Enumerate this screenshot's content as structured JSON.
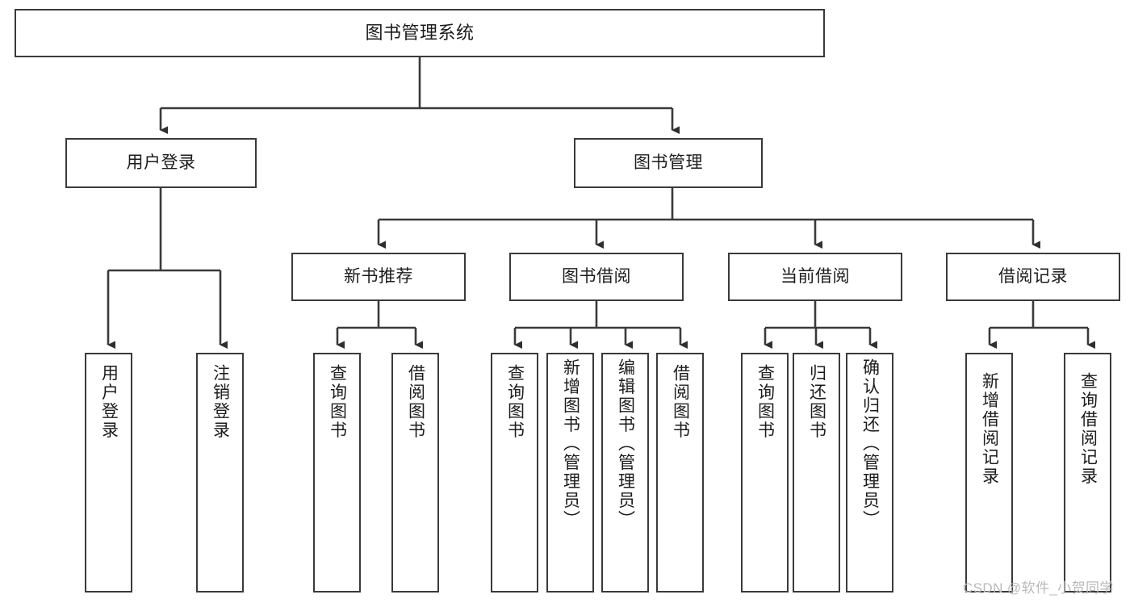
{
  "diagram": {
    "type": "tree-hierarchy-flowchart",
    "title": "图书管理系统",
    "root": {
      "id": "root",
      "label": "图书管理系统",
      "orientation": "horizontal"
    },
    "level1": [
      {
        "id": "user-login",
        "label": "用户登录",
        "orientation": "horizontal"
      },
      {
        "id": "book-manage",
        "label": "图书管理",
        "orientation": "horizontal"
      }
    ],
    "level2": [
      {
        "id": "new-book-rec",
        "label": "新书推荐",
        "parent": "book-manage",
        "orientation": "horizontal"
      },
      {
        "id": "book-borrow",
        "label": "图书借阅",
        "parent": "book-manage",
        "orientation": "horizontal"
      },
      {
        "id": "current-borrow",
        "label": "当前借阅",
        "parent": "book-manage",
        "orientation": "horizontal"
      },
      {
        "id": "borrow-record",
        "label": "借阅记录",
        "parent": "book-manage",
        "orientation": "horizontal"
      }
    ],
    "leaves": [
      {
        "id": "leaf-user-login",
        "label": "用户登录",
        "parent": "user-login",
        "orientation": "vertical"
      },
      {
        "id": "leaf-logout",
        "label": "注销登录",
        "parent": "user-login",
        "orientation": "vertical"
      },
      {
        "id": "leaf-query-book-1",
        "label": "查询图书",
        "parent": "new-book-rec",
        "orientation": "vertical"
      },
      {
        "id": "leaf-borrow-book-1",
        "label": "借阅图书",
        "parent": "new-book-rec",
        "orientation": "vertical"
      },
      {
        "id": "leaf-query-book-2",
        "label": "查询图书",
        "parent": "book-borrow",
        "orientation": "vertical"
      },
      {
        "id": "leaf-add-book",
        "label": "新增图书（管理员）",
        "parent": "book-borrow",
        "orientation": "vertical"
      },
      {
        "id": "leaf-edit-book",
        "label": "编辑图书（管理员）",
        "parent": "book-borrow",
        "orientation": "vertical"
      },
      {
        "id": "leaf-borrow-book-2",
        "label": "借阅图书",
        "parent": "book-borrow",
        "orientation": "vertical"
      },
      {
        "id": "leaf-query-book-3",
        "label": "查询图书",
        "parent": "current-borrow",
        "orientation": "vertical"
      },
      {
        "id": "leaf-return-book",
        "label": "归还图书",
        "parent": "current-borrow",
        "orientation": "vertical"
      },
      {
        "id": "leaf-confirm-return",
        "label": "确认归还（管理员）",
        "parent": "current-borrow",
        "orientation": "vertical"
      },
      {
        "id": "leaf-add-record",
        "label": "新增借阅记录",
        "parent": "borrow-record",
        "orientation": "vertical"
      },
      {
        "id": "leaf-query-record",
        "label": "查询借阅记录",
        "parent": "borrow-record",
        "orientation": "vertical"
      }
    ],
    "colors": {
      "stroke": "#3a3a3a",
      "fill": "#ffffff",
      "text": "#1c1c1c",
      "watermark": "#b9b9b9"
    }
  },
  "watermark": {
    "text": "CSDN @软件_小贺同学"
  }
}
